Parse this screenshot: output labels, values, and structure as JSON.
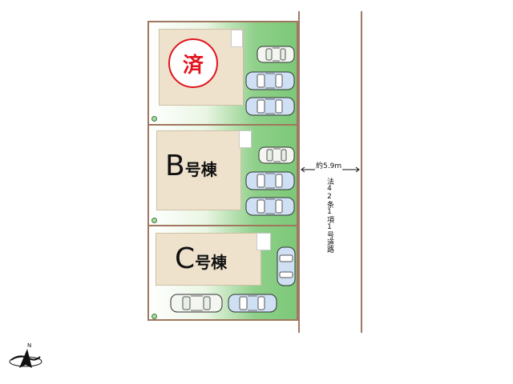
{
  "plots": {
    "a": {
      "stamp": "済"
    },
    "b": {
      "letter": "B",
      "suffix": "号棟"
    },
    "c": {
      "letter": "C",
      "suffix": "号棟"
    }
  },
  "road": {
    "width_label": "約5.9m",
    "type_label": "法42条1項1号道路"
  },
  "compass": {
    "north": "N"
  },
  "colors": {
    "boundary": "#a1765e",
    "lawn": "#7cc878",
    "building": "#eee2cd",
    "stamp_red": "#e0141e"
  }
}
